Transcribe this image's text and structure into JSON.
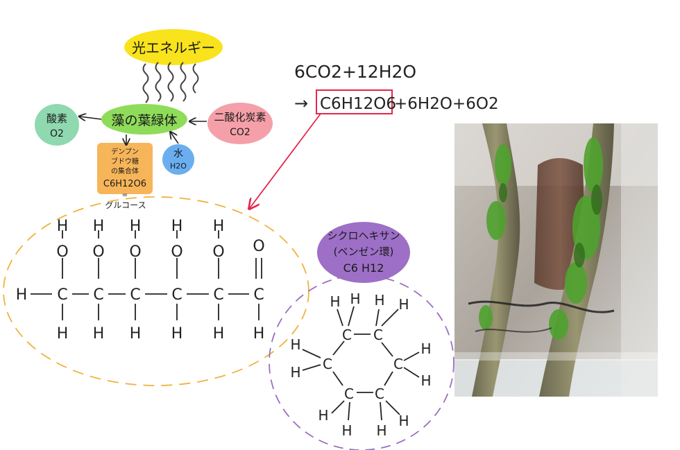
{
  "bubbles": {
    "light_energy": "光エネルギー",
    "chloroplast": "藻の葉緑体",
    "oxygen_name": "酸素",
    "oxygen_formula": "O2",
    "co2_name": "二酸化炭素",
    "co2_formula": "CO2",
    "water_name": "水",
    "water_formula": "H2O",
    "starch_line1": "デンプン",
    "starch_line2": "ブドウ糖",
    "starch_line3": "の集合体",
    "starch_formula": "C6H12O6",
    "starch_equals": "=",
    "glucose_label": "グルコース",
    "cyclohexane_line1": "シクロヘキサン",
    "cyclohexane_line2": "(ベンゼン環)",
    "cyclohexane_formula": "C6 H12"
  },
  "equation": {
    "reactants": "6CO2+12H2O",
    "arrow": "→",
    "product_boxed": "C6H12O6",
    "rest": "+6H2O+6O2"
  },
  "glucose_structure": {
    "top_H": [
      "H",
      "H",
      "H",
      "H",
      "H"
    ],
    "top_O": [
      "O",
      "O",
      "O",
      "O",
      "O",
      "O"
    ],
    "left_H": "H",
    "carbons": [
      "C",
      "C",
      "C",
      "C",
      "C",
      "C"
    ],
    "bottom_H": [
      "H",
      "H",
      "H",
      "H",
      "H",
      "H"
    ]
  },
  "cyclohexane_structure": {
    "carbons": [
      "C",
      "C",
      "C",
      "C",
      "C",
      "C"
    ],
    "hydrogens": [
      "H",
      "H",
      "H",
      "H",
      "H",
      "H",
      "H",
      "H",
      "H",
      "H",
      "H",
      "H"
    ]
  },
  "colors": {
    "yellow": "#f9e31c",
    "green": "#8fdc5a",
    "teal": "#8fd8b0",
    "pink": "#f5a0a8",
    "blue": "#6aaef0",
    "orange": "#f7b55a",
    "purple": "#9d6fc7",
    "orange_dash": "#f0b23c",
    "purple_dash": "#9a6fbf",
    "red": "#e3264c"
  }
}
